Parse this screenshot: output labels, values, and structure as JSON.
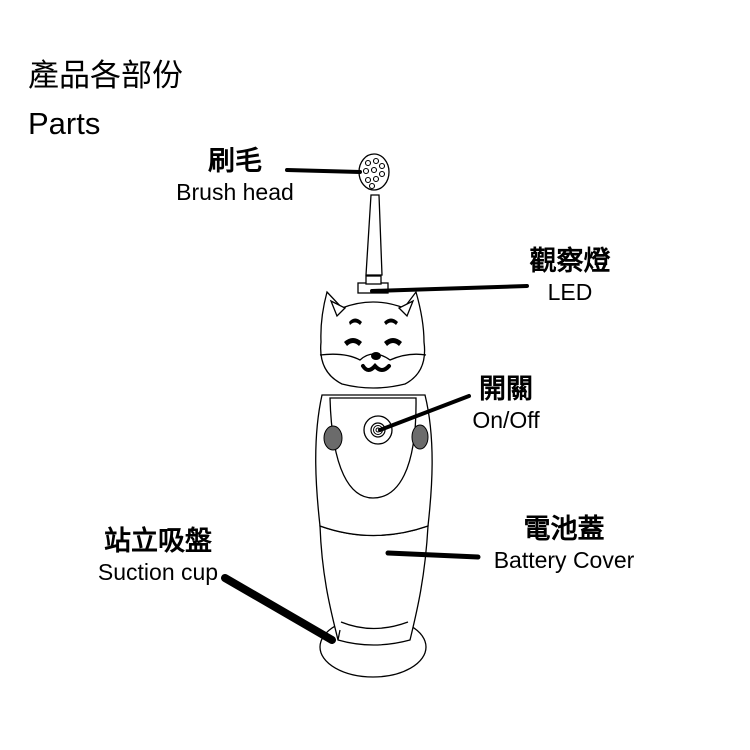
{
  "title": {
    "zh": "產品各部份",
    "en": "Parts"
  },
  "labels": {
    "brush_head": {
      "zh": "刷毛",
      "en": "Brush head"
    },
    "led": {
      "zh": "觀察燈",
      "en": "LED"
    },
    "power": {
      "zh": "開關",
      "en": "On/Off"
    },
    "battery_cover": {
      "zh": "電池蓋",
      "en": "Battery Cover"
    },
    "suction_cup": {
      "zh": "站立吸盤",
      "en": "Suction cup"
    }
  },
  "colors": {
    "line": "#000000",
    "arm": "#6b6b6b",
    "background": "#ffffff"
  }
}
